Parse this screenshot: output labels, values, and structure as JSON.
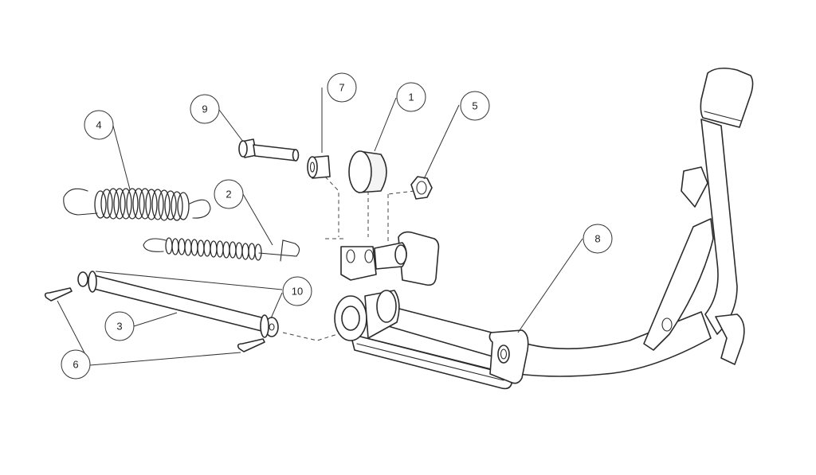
{
  "callouts": [
    {
      "id": "1",
      "label": "1"
    },
    {
      "id": "2",
      "label": "2"
    },
    {
      "id": "3",
      "label": "3"
    },
    {
      "id": "4",
      "label": "4"
    },
    {
      "id": "5",
      "label": "5"
    },
    {
      "id": "6",
      "label": "6"
    },
    {
      "id": "7",
      "label": "7"
    },
    {
      "id": "8",
      "label": "8"
    },
    {
      "id": "9",
      "label": "9"
    },
    {
      "id": "10",
      "label": "10"
    }
  ],
  "parts": [
    {
      "callout": "1",
      "icon": "rubber-bushing-icon"
    },
    {
      "callout": "2",
      "icon": "small-spring-icon"
    },
    {
      "callout": "3",
      "icon": "pivot-shaft-icon"
    },
    {
      "callout": "4",
      "icon": "large-spring-icon"
    },
    {
      "callout": "5",
      "icon": "hex-nut-icon"
    },
    {
      "callout": "6",
      "icon": "cotter-pin-icon"
    },
    {
      "callout": "7",
      "icon": "spacer-sleeve-icon"
    },
    {
      "callout": "8",
      "icon": "center-stand-icon"
    },
    {
      "callout": "9",
      "icon": "flange-bolt-icon"
    },
    {
      "callout": "10",
      "icon": "washer-icon"
    }
  ]
}
